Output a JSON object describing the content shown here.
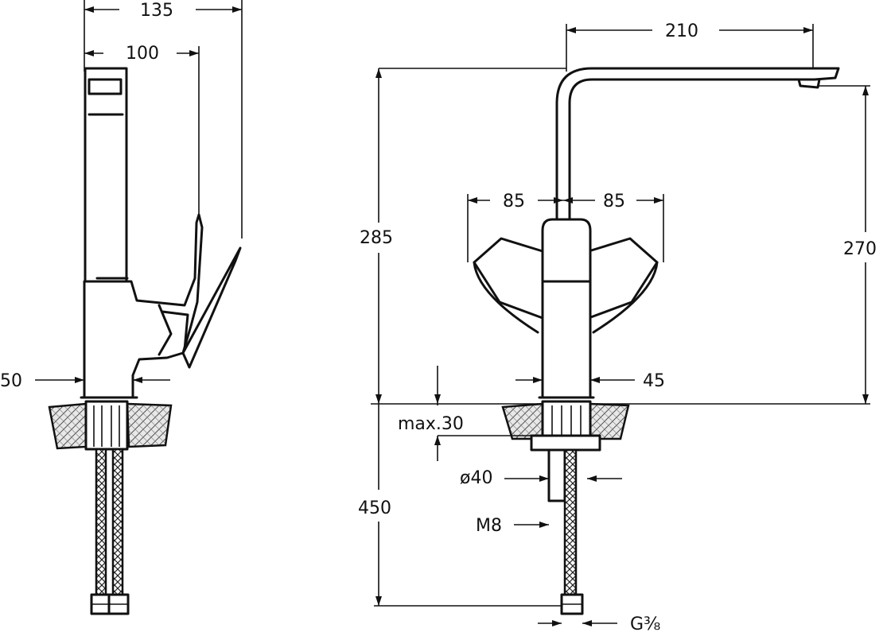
{
  "dimensions": {
    "side_width_overall": "135",
    "side_width_lever": "100",
    "side_base_width": "50",
    "spout_reach": "210",
    "lever_swing_left": "85",
    "lever_swing_right": "85",
    "overall_height": "285",
    "spout_outlet_height": "270",
    "body_diameter": "45",
    "max_deck_thickness": "max.30",
    "hole_diameter": "ø40",
    "stud_thread": "M8",
    "hose_length": "450",
    "hose_connection": "G⅜"
  }
}
